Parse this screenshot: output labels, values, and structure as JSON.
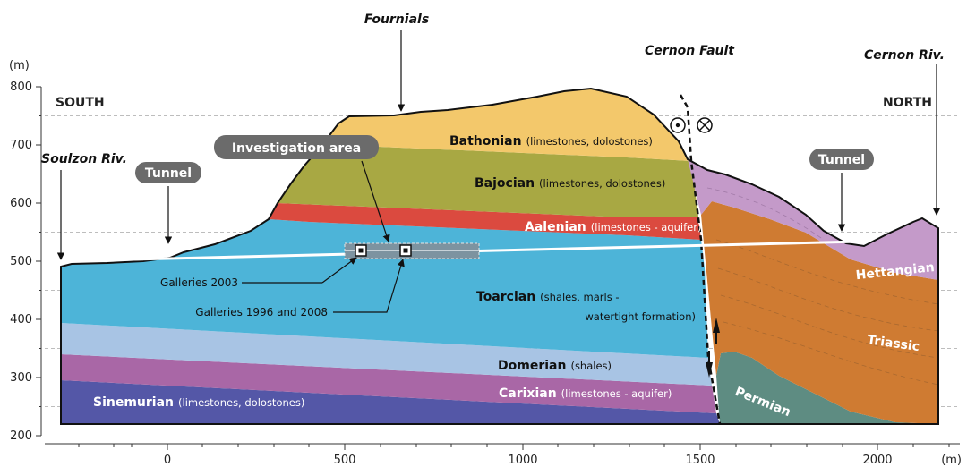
{
  "axes": {
    "y_unit": "(m)",
    "x_unit": "(m)",
    "y_ticks": [
      "800",
      "700",
      "600",
      "500",
      "400",
      "300",
      "200"
    ],
    "x_ticks": [
      "0",
      "500",
      "1000",
      "1500",
      "2000"
    ]
  },
  "directions": {
    "south": "SOUTH",
    "north": "NORTH"
  },
  "places": {
    "fournials": "Fournials",
    "cernon_fault": "Cernon Fault",
    "cernon_river": "Cernon Riv.",
    "soulzon_river": "Soulzon Riv."
  },
  "callouts": {
    "tunnel_south": "Tunnel",
    "tunnel_north": "Tunnel",
    "investigation": "Investigation area"
  },
  "galleries": {
    "g2003": "Galleries 2003",
    "g1996": "Galleries 1996 and 2008"
  },
  "layers": {
    "bathonian": {
      "name": "Bathonian",
      "desc": "(limestones, dolostones)",
      "color": "#f3c86b"
    },
    "bajocian": {
      "name": "Bajocian",
      "desc": "(limestones, dolostones)",
      "color": "#a8a843"
    },
    "aalenian": {
      "name": "Aalenian",
      "desc": "(limestones - aquifer)",
      "color": "#db4a3f"
    },
    "toarcian": {
      "name": "Toarcian",
      "desc1": "(shales, marls -",
      "desc2": "watertight formation)",
      "color": "#4db4d8"
    },
    "domerian": {
      "name": "Domerian",
      "desc": "(shales)",
      "color": "#a8c4e4"
    },
    "carixian": {
      "name": "Carixian",
      "desc": "(limestones - aquifer)",
      "color": "#a967a6"
    },
    "sinemurian": {
      "name": "Sinemurian",
      "desc": "(limestones, dolostones)",
      "color": "#5457a7"
    },
    "hettangian": {
      "name": "Hettangian",
      "color": "#c49ac9"
    },
    "triassic": {
      "name": "Triassic",
      "color": "#cf7b32"
    },
    "permian": {
      "name": "Permian",
      "color": "#5e8c82"
    }
  }
}
